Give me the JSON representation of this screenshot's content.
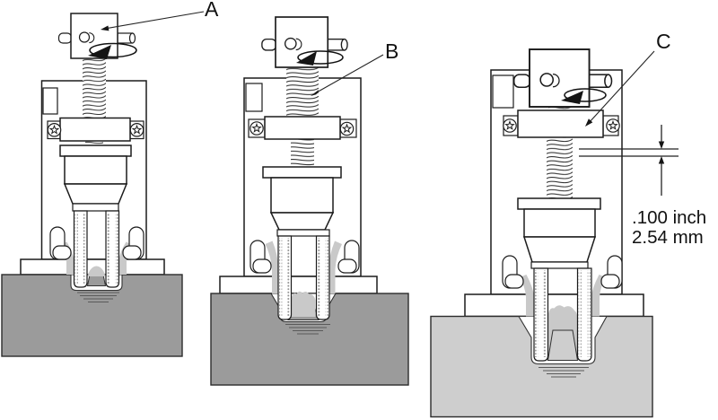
{
  "figure": {
    "labels": {
      "a": "A",
      "b": "B",
      "c": "C"
    },
    "dimension": {
      "inch": ".100 inch",
      "mm": "2.54 mm"
    },
    "colors": {
      "soil_dark": "#9b9b9b",
      "soil_light": "#cecece",
      "disturbed": "#c9c9c9",
      "outline": "#1c1c1c",
      "background": "#ffffff"
    }
  }
}
